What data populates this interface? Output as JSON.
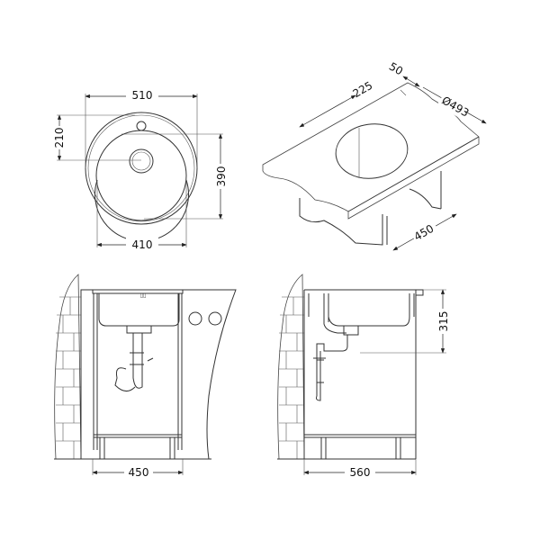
{
  "dimensions": {
    "top_view": {
      "width_outer": "510",
      "drain_offset": "210",
      "bowl_depth": "390",
      "bowl_width": "410"
    },
    "iso_view": {
      "rim": "50",
      "offset": "225",
      "cutout_diameter": "Ø493",
      "depth": "450"
    },
    "front_view": {
      "cabinet_width": "450"
    },
    "side_view": {
      "cabinet_depth": "560",
      "sink_depth": "315"
    }
  },
  "colors": {
    "line": "#333333",
    "background": "#ffffff"
  }
}
